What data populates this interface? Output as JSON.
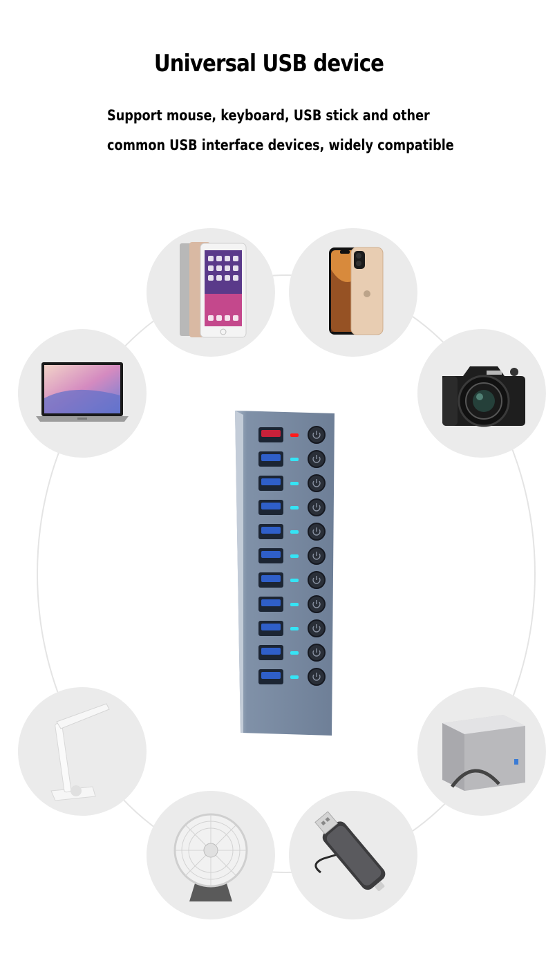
{
  "heading": {
    "title": "Universal USB device",
    "subtitle_line1": "Support mouse, keyboard, USB stick and other",
    "subtitle_line2": "common USB interface devices, widely compatible"
  },
  "devices": [
    {
      "id": "tablets",
      "icon": "tablet-icon"
    },
    {
      "id": "smartphone",
      "icon": "smartphone-icon"
    },
    {
      "id": "laptop",
      "icon": "laptop-icon"
    },
    {
      "id": "camera",
      "icon": "camera-icon"
    },
    {
      "id": "desk-lamp",
      "icon": "desk-lamp-icon"
    },
    {
      "id": "hard-drive-enclosure",
      "icon": "hard-drive-icon"
    },
    {
      "id": "usb-fan",
      "icon": "fan-icon"
    },
    {
      "id": "card-reader",
      "icon": "card-reader-icon"
    }
  ],
  "hub": {
    "port_count": 11,
    "colors": {
      "body": "#7d8ea5",
      "port": "#2f5fc9",
      "led_active": "#ff1a1a",
      "led": "#35e4f5"
    }
  },
  "colors": {
    "bubble": "#ebebeb",
    "ring": "#e4e4e4",
    "text": "#000000"
  }
}
